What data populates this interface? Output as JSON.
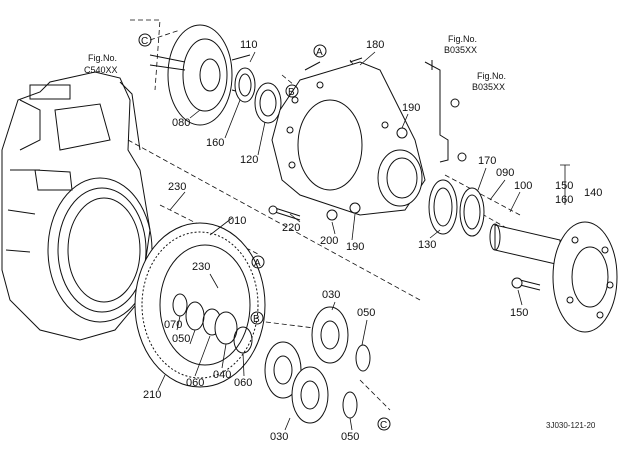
{
  "diagram": {
    "figure_refs": [
      {
        "id": "c540",
        "line1": "Fig.No.",
        "line2": "C540XX"
      },
      {
        "id": "b035a",
        "line1": "Fig.No.",
        "line2": "B035XX"
      },
      {
        "id": "b035b",
        "line1": "Fig.No.",
        "line2": "B035XX"
      }
    ],
    "callouts": {
      "c_top": "C",
      "a_top": "A",
      "b_top": "B",
      "a_mid": "A",
      "b_mid": "B",
      "c_bot": "C"
    },
    "parts": {
      "p110": "110",
      "p180": "180",
      "p080": "080",
      "p160a": "160",
      "p120": "120",
      "p190a": "190",
      "p170": "170",
      "p090": "090",
      "p100": "100",
      "p150a": "150",
      "p140": "140",
      "p160b": "160",
      "p230a": "230",
      "p010": "010",
      "p220": "220",
      "p200": "200",
      "p190b": "190",
      "p130": "130",
      "p230b": "230",
      "p030a": "030",
      "p050a": "050",
      "p070": "070",
      "p050b": "050",
      "p060a": "060",
      "p060b": "060",
      "p040": "040",
      "p210": "210",
      "p030b": "030",
      "p050c": "050",
      "p150b": "150"
    },
    "footer_code": "3J030-121-20"
  }
}
